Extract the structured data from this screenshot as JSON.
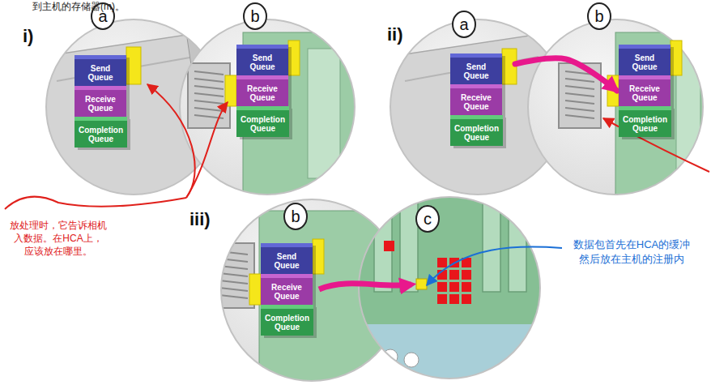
{
  "diagram": {
    "nodes": [
      {
        "text": [
          "a"
        ]
      },
      {
        "text": [
          "Send Queue"
        ]
      },
      {
        "text": [
          "Receive Queue"
        ]
      },
      {
        "text": [
          "Completion Queue"
        ]
      },
      {
        "text": [
          "b"
        ]
      },
      {
        "text": [
          "Send Queue"
        ]
      },
      {
        "text": [
          "Receive Queue"
        ]
      },
      {
        "text": [
          "Completion Queue"
        ]
      },
      {
        "text": [
          "a"
        ]
      },
      {
        "text": [
          "Send Queue"
        ]
      },
      {
        "text": [
          "Receive Queue"
        ]
      },
      {
        "text": [
          "Completion Queue"
        ]
      },
      {
        "text": [
          "b"
        ]
      },
      {
        "text": [
          "Send Queue"
        ]
      },
      {
        "text": [
          "Receive Queue"
        ]
      },
      {
        "text": [
          "Completion Queue"
        ]
      },
      {
        "text": [
          "b"
        ]
      },
      {
        "text": [
          "Send Queue"
        ]
      },
      {
        "text": [
          "Receive Queue"
        ]
      },
      {
        "text": [
          "Completion Queue"
        ]
      },
      {
        "text": [
          "c"
        ]
      }
    ],
    "edges": [
      {
        "from": 9,
        "to": 14,
        "arrow": "to"
      }
    ],
    "labels": [
      "到主机的存储器(m)。",
      "i)",
      "ii)",
      "iii)",
      "放处理时，它告诉相机 入数据。在HCA上， 应该放在哪里。",
      "数据包首先在HCA的缓冲 然后放在主机的注册内"
    ]
  }
}
